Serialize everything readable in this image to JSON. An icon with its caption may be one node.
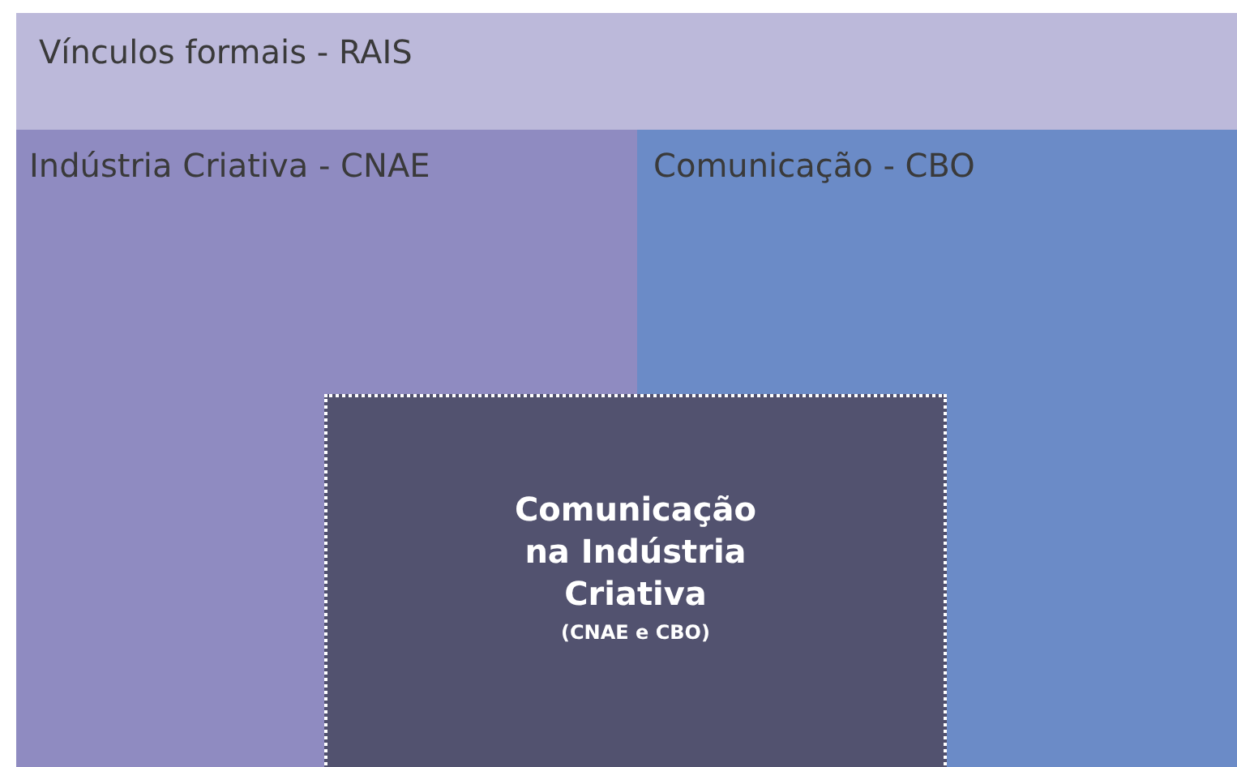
{
  "diagram": {
    "nodes": [
      {
        "text": [
          "Vínculos formais - RAIS"
        ]
      },
      {
        "text": [
          "Indústria Criativa - CNAE"
        ],
        "in": 0
      },
      {
        "text": [
          "Comunicação - CBO"
        ],
        "in": 0
      },
      {
        "text": [
          "Comunicação na Indústria Criativa",
          "(CNAE e CBO)"
        ],
        "in": 0
      }
    ]
  }
}
